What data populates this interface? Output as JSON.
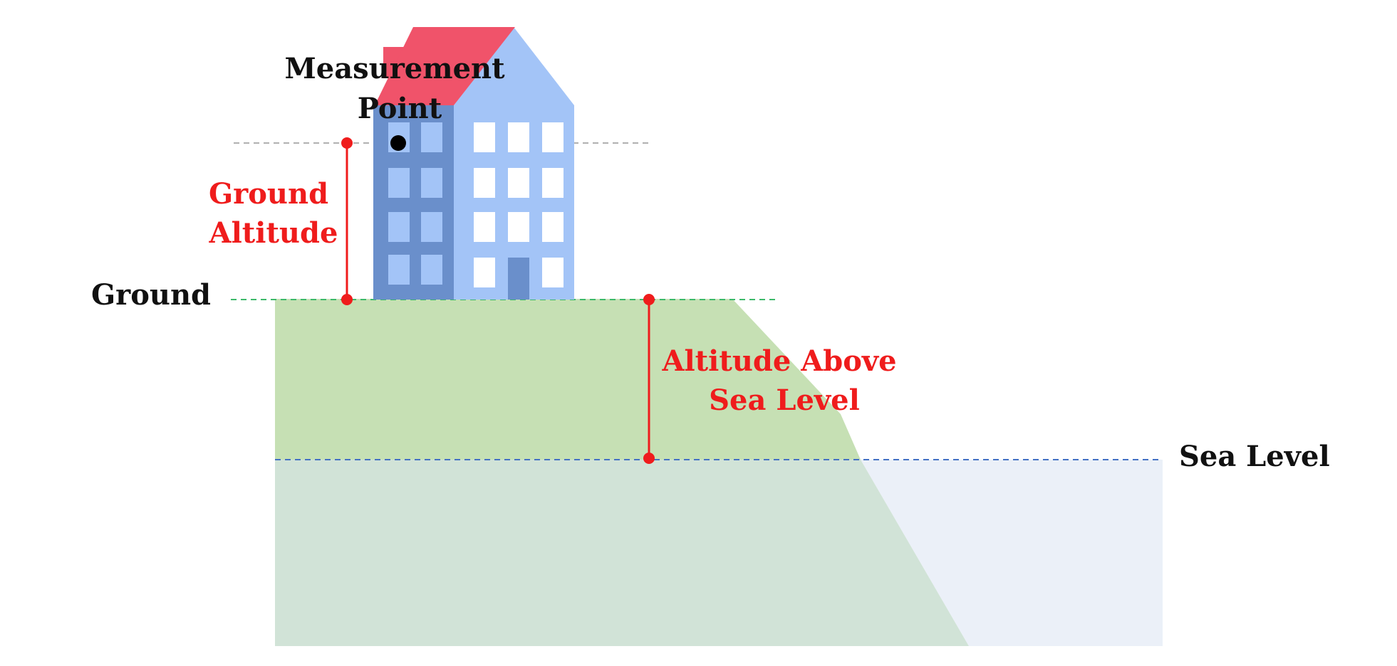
{
  "labels": {
    "measurement_point": [
      "Measurement",
      "Point"
    ],
    "ground_altitude": [
      "Ground",
      "Altitude"
    ],
    "ground": "Ground",
    "altitude_above_sea_level": [
      "Altitude Above",
      "Sea Level"
    ],
    "sea_level": "Sea Level"
  },
  "colors": {
    "land_upper": "#c6e0b4",
    "land_lower": "#d1e3d7",
    "water": "#ebf0f8",
    "roof": "#f0536a",
    "building_left": "#6a8fcb",
    "building_right": "#a3c4f7",
    "window_left": "#a3c4f7",
    "window_right": "#ffffff",
    "measure_line": "#ef1c1c",
    "ground_line": "#3cb96a",
    "sea_line": "#4472c4",
    "measurement_line": "#b0b0b0"
  },
  "icons": {
    "building": "building-icon",
    "measurement_point": "measurement-point-dot"
  }
}
